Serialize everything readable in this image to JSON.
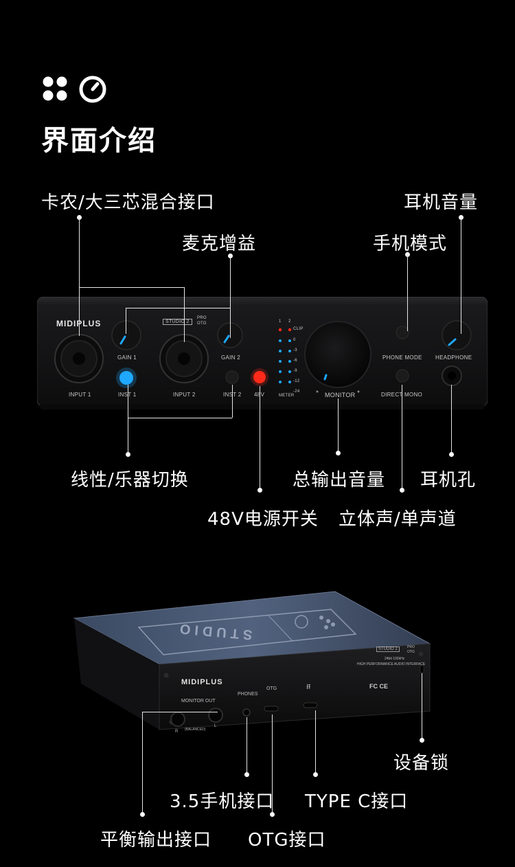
{
  "header": {
    "title": "界面介绍",
    "logo_icon": "dots-knob-logo-icon"
  },
  "front_callouts": {
    "xlr_combo": "卡农/大三芯混合接口",
    "mic_gain": "麦克增益",
    "headphone_volume": "耳机音量",
    "phone_mode": "手机模式",
    "line_inst": "线性/乐器切换",
    "phantom_48v": "48V电源开关",
    "master_volume": "总输出音量",
    "headphone_jack": "耳机孔",
    "stereo_mono": "立体声/单声道"
  },
  "front_panel": {
    "brand": "MIDIPLUS",
    "model_badge": "STUDIO 2",
    "model_sub_top": "PRO",
    "model_sub_bottom": "OTG",
    "input1": "INPUT 1",
    "input2": "INPUT 2",
    "gain1": "GAIN 1",
    "gain2": "GAIN 2",
    "inst1": "INST 1",
    "inst2": "INST 2",
    "p48v": "48V",
    "meter": "METER",
    "meter_ch1": "1",
    "meter_ch2": "2",
    "clip": "CLIP",
    "meter_scale": [
      "0",
      "-3",
      "-6",
      "-9",
      "-12",
      "-24"
    ],
    "monitor": "MONITOR",
    "phone_mode": "PHONE MODE",
    "direct_mono": "DIRECT MONO",
    "headphone": "HEADPHONE",
    "accent_blue": "#1fa8ff",
    "led_red": "#ff2a1a"
  },
  "back_callouts": {
    "device_lock": "设备锁",
    "jack_35": "3.5手机接口",
    "type_c": "TYPE C接口",
    "balanced_out": "平衡输出接口",
    "otg": "OTG接口"
  },
  "back_panel": {
    "brand": "MIDIPLUS",
    "top_text": "STUDIO",
    "model_badge": "STUDIO 2",
    "model_sub_top": "PRO",
    "model_sub_bottom": "OTG",
    "spec_line1": "24bit 192kHz",
    "spec_line2": "HIGH PERFORMANCE AUDIO INTERFACE",
    "monitor_out": "MONITOR OUT",
    "balanced": "(BALANCED)",
    "r": "R",
    "l": "L",
    "phones": "PHONES",
    "otg": "OTG",
    "usb_icon": "usb-icon",
    "cert_marks": "FC CE"
  }
}
